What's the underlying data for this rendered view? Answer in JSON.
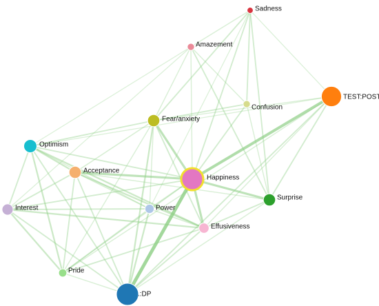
{
  "graph": {
    "colors": {
      "edge": "#8fcf86",
      "highlight_ring": "#f2e02e"
    },
    "nodes": [
      {
        "id": "sadness",
        "label": "Sadness",
        "color": "#d9343f",
        "weight": 1
      },
      {
        "id": "amazement",
        "label": "Amazement",
        "color": "#ea8a98",
        "weight": 1.5
      },
      {
        "id": "confusion",
        "label": "Confusion",
        "color": "#d6dc8c",
        "weight": 1.5
      },
      {
        "id": "test-post",
        "label": "TEST:POST",
        "color": "#ff7f0e",
        "weight": 8
      },
      {
        "id": "fear-anxiety",
        "label": "Fear/anxiety",
        "color": "#bcbd22",
        "weight": 4
      },
      {
        "id": "optimism",
        "label": "Optimism",
        "color": "#17becf",
        "weight": 4.5
      },
      {
        "id": "acceptance",
        "label": "Acceptance",
        "color": "#f5b06e",
        "weight": 4
      },
      {
        "id": "happiness",
        "label": "Happiness",
        "color": "#e377c2",
        "weight": 9
      },
      {
        "id": "surprise",
        "label": "Surprise",
        "color": "#2ca02c",
        "weight": 4
      },
      {
        "id": "interest",
        "label": "Interest",
        "color": "#c5b0d5",
        "weight": 3.5
      },
      {
        "id": "power",
        "label": "Power",
        "color": "#aec7e8",
        "weight": 2.5
      },
      {
        "id": "effusiveness",
        "label": "Effusiveness",
        "color": "#f7b6d2",
        "weight": 3
      },
      {
        "id": "pride",
        "label": "Pride",
        "color": "#98df8a",
        "weight": 2
      },
      {
        "id": "dp",
        "label": ".:DP",
        "color": "#1f77b4",
        "weight": 9
      }
    ],
    "highlighted_node": "happiness",
    "edges": [
      {
        "source": "happiness",
        "target": "dp",
        "weight": 5
      },
      {
        "source": "happiness",
        "target": "test-post",
        "weight": 4
      },
      {
        "source": "happiness",
        "target": "acceptance",
        "weight": 3
      },
      {
        "source": "happiness",
        "target": "fear-anxiety",
        "weight": 3
      },
      {
        "source": "happiness",
        "target": "surprise",
        "weight": 3
      },
      {
        "source": "happiness",
        "target": "effusiveness",
        "weight": 3
      },
      {
        "source": "happiness",
        "target": "optimism",
        "weight": 1.5
      },
      {
        "source": "happiness",
        "target": "interest",
        "weight": 1.5
      },
      {
        "source": "happiness",
        "target": "power",
        "weight": 1.5
      },
      {
        "source": "happiness",
        "target": "confusion",
        "weight": 1.5
      },
      {
        "source": "happiness",
        "target": "sadness",
        "weight": 1.5
      },
      {
        "source": "happiness",
        "target": "amazement",
        "weight": 1
      },
      {
        "source": "happiness",
        "target": "pride",
        "weight": 1
      },
      {
        "source": "dp",
        "target": "power",
        "weight": 2
      },
      {
        "source": "dp",
        "target": "fear-anxiety",
        "weight": 2
      },
      {
        "source": "dp",
        "target": "test-post",
        "weight": 1.5
      },
      {
        "source": "dp",
        "target": "optimism",
        "weight": 1.5
      },
      {
        "source": "dp",
        "target": "interest",
        "weight": 1.5
      },
      {
        "source": "dp",
        "target": "effusiveness",
        "weight": 1.5
      },
      {
        "source": "dp",
        "target": "acceptance",
        "weight": 1.5
      },
      {
        "source": "dp",
        "target": "pride",
        "weight": 1
      },
      {
        "source": "dp",
        "target": "surprise",
        "weight": 1
      },
      {
        "source": "optimism",
        "target": "acceptance",
        "weight": 2
      },
      {
        "source": "optimism",
        "target": "effusiveness",
        "weight": 2
      },
      {
        "source": "optimism",
        "target": "pride",
        "weight": 2
      },
      {
        "source": "optimism",
        "target": "interest",
        "weight": 1.5
      },
      {
        "source": "optimism",
        "target": "fear-anxiety",
        "weight": 1.5
      },
      {
        "source": "optimism",
        "target": "power",
        "weight": 1
      },
      {
        "source": "optimism",
        "target": "amazement",
        "weight": 0.8
      },
      {
        "source": "acceptance",
        "target": "interest",
        "weight": 1.5
      },
      {
        "source": "acceptance",
        "target": "effusiveness",
        "weight": 2
      },
      {
        "source": "acceptance",
        "target": "pride",
        "weight": 1.5
      },
      {
        "source": "acceptance",
        "target": "fear-anxiety",
        "weight": 1.2
      },
      {
        "source": "acceptance",
        "target": "power",
        "weight": 1.2
      },
      {
        "source": "acceptance",
        "target": "surprise",
        "weight": 1
      },
      {
        "source": "interest",
        "target": "effusiveness",
        "weight": 2
      },
      {
        "source": "interest",
        "target": "pride",
        "weight": 2
      },
      {
        "source": "interest",
        "target": "power",
        "weight": 1.5
      },
      {
        "source": "pride",
        "target": "effusiveness",
        "weight": 1.5
      },
      {
        "source": "pride",
        "target": "power",
        "weight": 1.5
      },
      {
        "source": "pride",
        "target": "fear-anxiety",
        "weight": 1
      },
      {
        "source": "pride",
        "target": "test-post",
        "weight": 1
      },
      {
        "source": "power",
        "target": "effusiveness",
        "weight": 1.2
      },
      {
        "source": "power",
        "target": "fear-anxiety",
        "weight": 1
      },
      {
        "source": "effusiveness",
        "target": "surprise",
        "weight": 1.5
      },
      {
        "source": "effusiveness",
        "target": "fear-anxiety",
        "weight": 1.5
      },
      {
        "source": "effusiveness",
        "target": "test-post",
        "weight": 1
      },
      {
        "source": "surprise",
        "target": "test-post",
        "weight": 1.5
      },
      {
        "source": "surprise",
        "target": "sadness",
        "weight": 1.5
      },
      {
        "source": "surprise",
        "target": "amazement",
        "weight": 1.5
      },
      {
        "source": "surprise",
        "target": "confusion",
        "weight": 1
      },
      {
        "source": "fear-anxiety",
        "target": "sadness",
        "weight": 1.5
      },
      {
        "source": "fear-anxiety",
        "target": "confusion",
        "weight": 1.5
      },
      {
        "source": "fear-anxiety",
        "target": "amazement",
        "weight": 1
      },
      {
        "source": "fear-anxiety",
        "target": "test-post",
        "weight": 1
      },
      {
        "source": "confusion",
        "target": "sadness",
        "weight": 1.5
      },
      {
        "source": "amazement",
        "target": "confusion",
        "weight": 1
      },
      {
        "source": "amazement",
        "target": "sadness",
        "weight": 1
      },
      {
        "source": "test-post",
        "target": "sadness",
        "weight": 0.8
      },
      {
        "source": "test-post",
        "target": "optimism",
        "weight": 0.8
      },
      {
        "source": "interest",
        "target": "amazement",
        "weight": 0.8
      },
      {
        "source": "sadness",
        "target": "power",
        "weight": 0.8
      }
    ]
  }
}
